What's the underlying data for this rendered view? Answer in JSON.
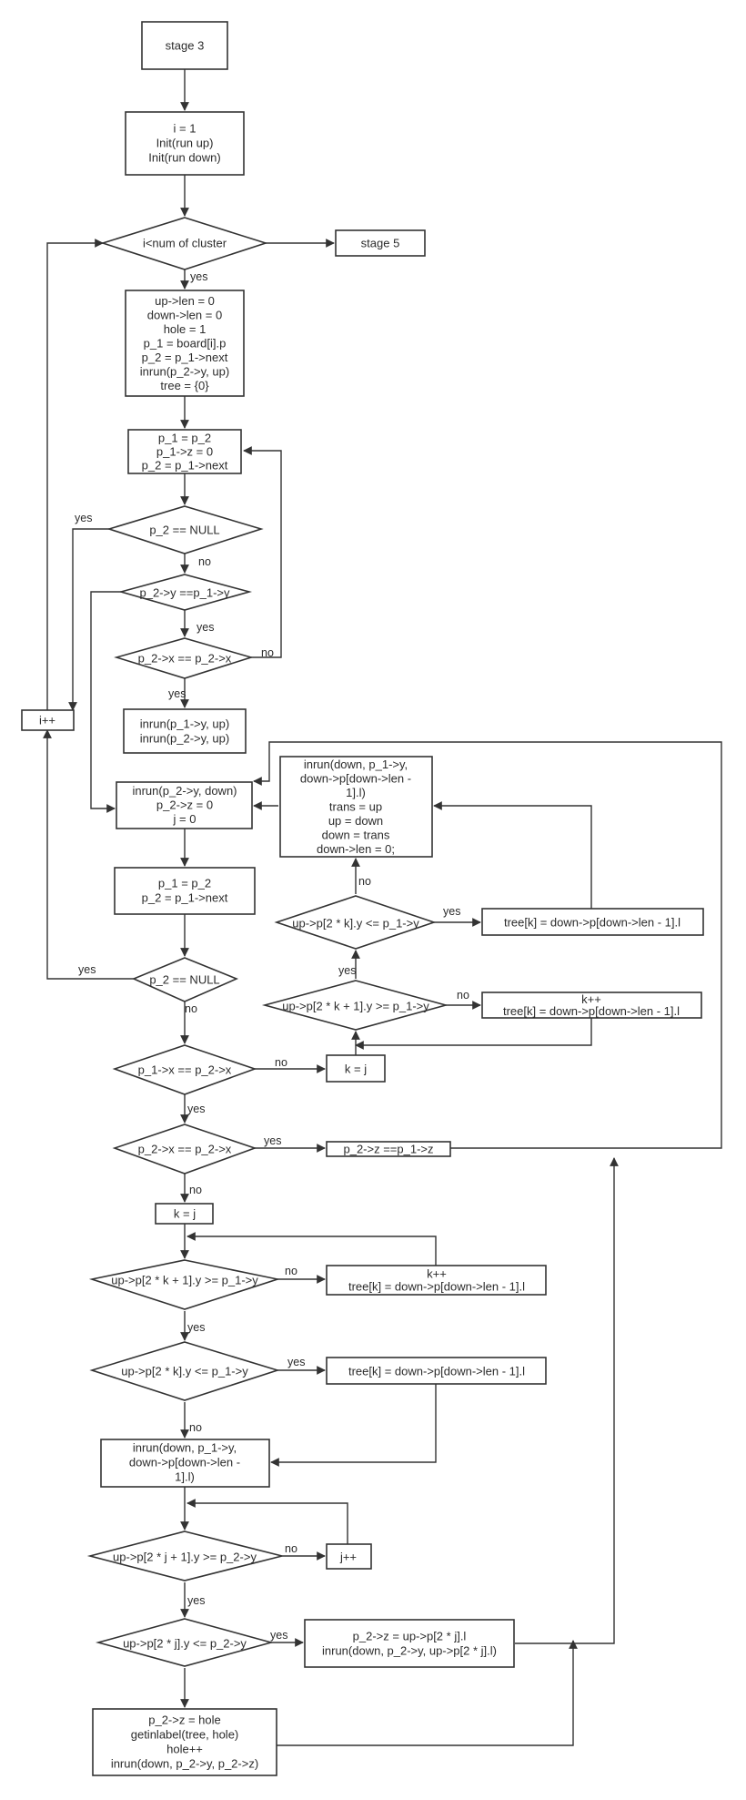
{
  "nodes": {
    "stage3": [
      "stage 3"
    ],
    "init": [
      "i = 1",
      "Init(run up)",
      "Init(run down)"
    ],
    "cond_cluster": [
      "i<num of cluster"
    ],
    "stage5": [
      "stage 5"
    ],
    "setup": [
      "up->len = 0",
      "down->len = 0",
      "hole = 1",
      "p_1 = board[i].p",
      "p_2 = p_1->next",
      "inrun(p_2->y, up)",
      "tree = {0}"
    ],
    "advance1": [
      "p_1 = p_2",
      "p_1->z = 0",
      "p_2 = p_1->next"
    ],
    "cond_null1": [
      "p_2 == NULL"
    ],
    "cond_y": [
      "p_2->y ==p_1->y"
    ],
    "cond_x1": [
      "p_2->x == p_2->x"
    ],
    "inrun_up": [
      "inrun(p_1->y, up)",
      "inrun(p_2->y, up)"
    ],
    "iinc": [
      "i++"
    ],
    "inrun_down": [
      "inrun(p_2->y, down)",
      "p_2->z = 0",
      "j = 0"
    ],
    "swap_block": [
      "inrun(down, p_1->y,",
      "down->p[down->len -",
      "1].l)",
      "trans = up",
      "up = down",
      "down = trans",
      "down->len = 0;"
    ],
    "advance2": [
      "p_1 = p_2",
      "p_2 = p_1->next"
    ],
    "cond_null2": [
      "p_2 == NULL"
    ],
    "cond_x2": [
      "p_1->x == p_2->x"
    ],
    "kj1": [
      "k = j"
    ],
    "cond_x3": [
      "p_2->x == p_2->x"
    ],
    "z_assign": [
      "p_2->z ==p_1->z"
    ],
    "rcond_k1": [
      "up->p[2 * k + 1].y >= p_1->y"
    ],
    "rkinc": [
      "k++",
      "tree[k] = down->p[down->len - 1].l"
    ],
    "rcond_k": [
      "up->p[2 * k].y <= p_1->y"
    ],
    "rtree": [
      "tree[k] = down->p[down->len - 1].l"
    ],
    "kj2": [
      "k = j"
    ],
    "cond_k1": [
      "up->p[2 * k + 1].y >= p_1->y"
    ],
    "kinc": [
      "k++",
      "tree[k] = down->p[down->len - 1].l"
    ],
    "cond_k": [
      "up->p[2 * k].y <= p_1->y"
    ],
    "tree_assign": [
      "tree[k] = down->p[down->len - 1].l"
    ],
    "inrun_block2": [
      "inrun(down, p_1->y,",
      "down->p[down->len -",
      "1].l)"
    ],
    "cond_j1": [
      "up->p[2 * j + 1].y >= p_2->y"
    ],
    "jinc": [
      "j++"
    ],
    "cond_j": [
      "up->p[2 * j].y <= p_2->y"
    ],
    "zj": [
      "p_2->z = up->p[2 * j].l",
      "inrun(down, p_2->y, up->p[2 * j].l)"
    ],
    "hole_block": [
      "p_2->z = hole",
      "getinlabel(tree, hole)",
      "hole++",
      "inrun(down, p_2->y, p_2->z)"
    ]
  },
  "edge_labels": {
    "l_yes_cluster": "yes",
    "l_yes_null1": "yes",
    "l_no_null1": "no",
    "l_yes_y": "yes",
    "l_no_x1": "no",
    "l_yes_x1": "yes",
    "l_yes_null2": "yes",
    "l_no_null2": "no",
    "l_no_x2": "no",
    "l_yes_x2": "yes",
    "l_yes_x3": "yes",
    "l_no_x3": "no",
    "l_no_rk": "no",
    "l_yes_rk": "yes",
    "l_yes_rk1": "yes",
    "l_no_rk1": "no",
    "l_no_k1": "no",
    "l_yes_k1": "yes",
    "l_yes_k": "yes",
    "l_no_k": "no",
    "l_no_j1": "no",
    "l_yes_j1": "yes",
    "l_yes_j": "yes"
  }
}
